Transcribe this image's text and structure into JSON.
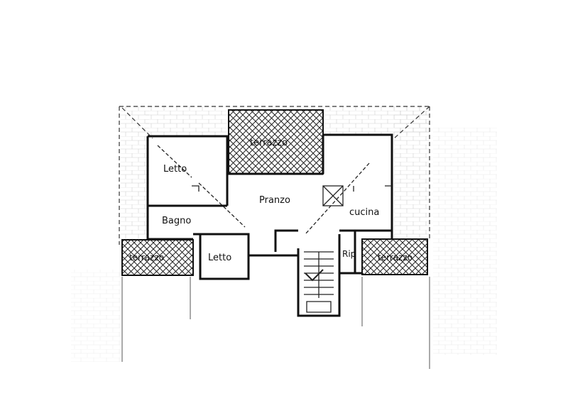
{
  "rooms": {
    "terrazzo_top": "terrazzo",
    "letto_top": "Letto",
    "pranzo": "Pranzo",
    "cucina": "cucina",
    "bagno": "Bagno",
    "letto_bottom": "Letto",
    "terrazzo_left": "terrazzo",
    "rip": "Rip",
    "terrazzo_right": "terrazzo"
  },
  "colors": {
    "ink": "#111111",
    "hatch": "#222222",
    "paper": "#ffffff"
  }
}
